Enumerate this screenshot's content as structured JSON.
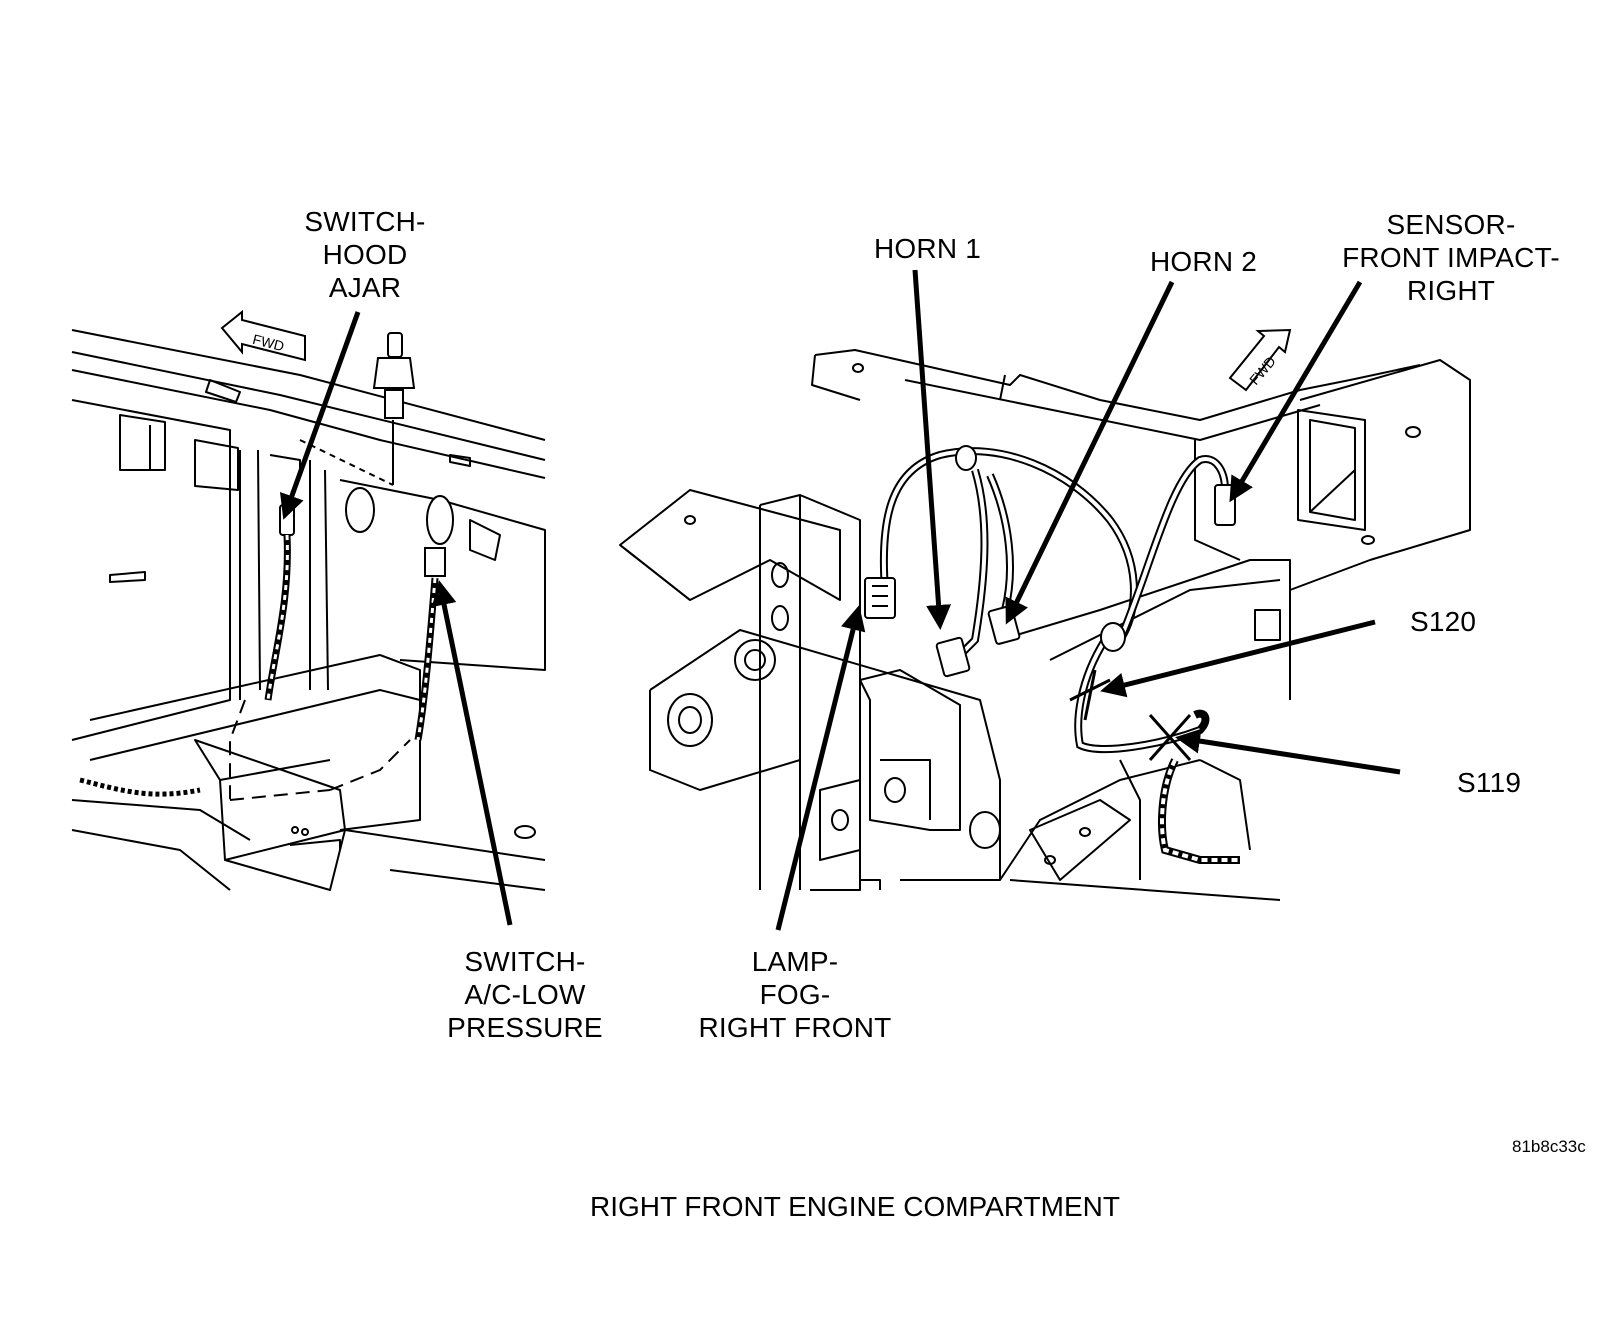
{
  "labels": {
    "switch_hood_ajar": [
      "SWITCH-",
      "HOOD",
      "AJAR"
    ],
    "horn_1": "HORN 1",
    "horn_2": "HORN 2",
    "sensor_front_impact_right": [
      "SENSOR-",
      "FRONT IMPACT-",
      "RIGHT"
    ],
    "s120": "S120",
    "s119": "S119",
    "switch_ac_low_pressure": [
      "SWITCH-",
      "A/C-LOW",
      "PRESSURE"
    ],
    "lamp_fog_right_front": [
      "LAMP-",
      "FOG-",
      "RIGHT FRONT"
    ],
    "fwd_left": "FWD",
    "fwd_right": "FWD"
  },
  "diagram_id": "81b8c33c",
  "caption": "RIGHT FRONT ENGINE COMPARTMENT",
  "colors": {
    "ink": "#000000",
    "paper": "#ffffff"
  }
}
